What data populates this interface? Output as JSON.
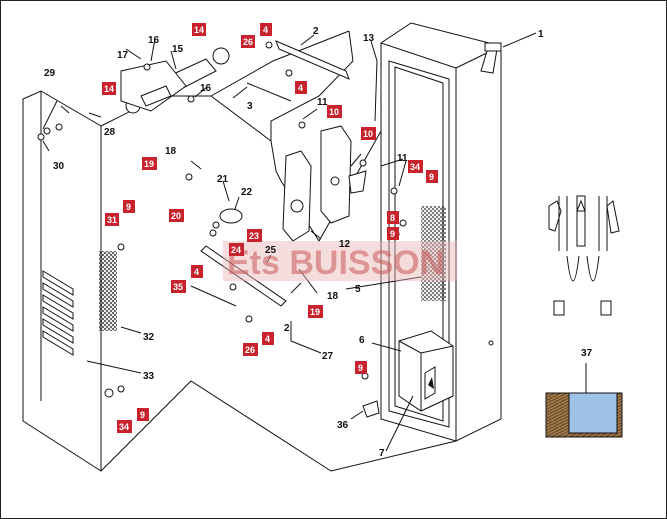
{
  "watermark": "Ets BUISSON",
  "colors": {
    "badge": "#c8222c",
    "line": "#111111",
    "watermark": "#c85a5a",
    "detail_blue": "#9fc3e6",
    "detail_wood": "#8a6a3c"
  },
  "plain_labels": [
    {
      "id": "l1",
      "text": "1"
    },
    {
      "id": "l2a",
      "text": "2"
    },
    {
      "id": "l3",
      "text": "3"
    },
    {
      "id": "l11a",
      "text": "11"
    },
    {
      "id": "l11b",
      "text": "11"
    },
    {
      "id": "l12",
      "text": "12"
    },
    {
      "id": "l13",
      "text": "13"
    },
    {
      "id": "l15",
      "text": "15"
    },
    {
      "id": "l16a",
      "text": "16"
    },
    {
      "id": "l16b",
      "text": "16"
    },
    {
      "id": "l17",
      "text": "17"
    },
    {
      "id": "l18a",
      "text": "18"
    },
    {
      "id": "l18b",
      "text": "18"
    },
    {
      "id": "l21",
      "text": "21"
    },
    {
      "id": "l22",
      "text": "22"
    },
    {
      "id": "l25",
      "text": "25"
    },
    {
      "id": "l2b",
      "text": "2"
    },
    {
      "id": "l27",
      "text": "27"
    },
    {
      "id": "l28",
      "text": "28"
    },
    {
      "id": "l29",
      "text": "29"
    },
    {
      "id": "l30",
      "text": "30"
    },
    {
      "id": "l32",
      "text": "32"
    },
    {
      "id": "l33",
      "text": "33"
    },
    {
      "id": "l5",
      "text": "5"
    },
    {
      "id": "l6",
      "text": "6"
    },
    {
      "id": "l36",
      "text": "36"
    },
    {
      "id": "l7",
      "text": "7"
    },
    {
      "id": "l37",
      "text": "37"
    }
  ],
  "badges": [
    {
      "id": "b14a",
      "text": "14"
    },
    {
      "id": "b4a",
      "text": "4"
    },
    {
      "id": "b26a",
      "text": "26"
    },
    {
      "id": "b14b",
      "text": "14"
    },
    {
      "id": "b4b",
      "text": "4"
    },
    {
      "id": "b10a",
      "text": "10"
    },
    {
      "id": "b10b",
      "text": "10"
    },
    {
      "id": "b34a",
      "text": "34"
    },
    {
      "id": "b9a",
      "text": "9"
    },
    {
      "id": "b19a",
      "text": "19"
    },
    {
      "id": "b31",
      "text": "31"
    },
    {
      "id": "b9b",
      "text": "9"
    },
    {
      "id": "b20",
      "text": "20"
    },
    {
      "id": "b23",
      "text": "23"
    },
    {
      "id": "b24",
      "text": "24"
    },
    {
      "id": "b8",
      "text": "8"
    },
    {
      "id": "b9c",
      "text": "9"
    },
    {
      "id": "b4c",
      "text": "4"
    },
    {
      "id": "b35",
      "text": "35"
    },
    {
      "id": "b19b",
      "text": "19"
    },
    {
      "id": "b26b",
      "text": "26"
    },
    {
      "id": "b4d",
      "text": "4"
    },
    {
      "id": "b9d",
      "text": "9"
    },
    {
      "id": "b9e",
      "text": "9"
    },
    {
      "id": "b34b",
      "text": "34"
    }
  ]
}
